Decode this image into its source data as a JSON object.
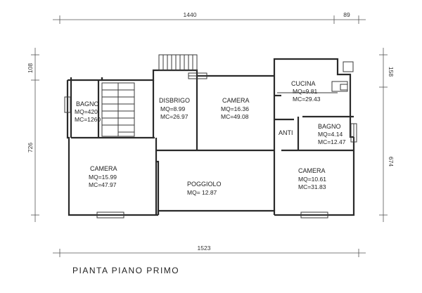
{
  "dimensions": {
    "top_main": "1440",
    "top_right": "89",
    "bottom": "1523",
    "left_upper": "108",
    "left_lower": "726",
    "right_upper": "158",
    "right_lower": "674"
  },
  "rooms": [
    {
      "id": "bagno-1",
      "name": "BAGNO",
      "mq": "MQ=420",
      "mc": "MC=1260"
    },
    {
      "id": "disbrigo",
      "name": "DISBRIGO",
      "mq": "MQ=8.99",
      "mc": "MC=26.97"
    },
    {
      "id": "camera-1",
      "name": "CAMERA",
      "mq": "MQ=16.36",
      "mc": "MC=49.08"
    },
    {
      "id": "cucina",
      "name": "CUCINA",
      "mq": "MQ=9.81",
      "mc": "MC=29.43"
    },
    {
      "id": "bagno-2",
      "name": "BAGNO",
      "mq": "MQ=4.14",
      "mc": "MC=12.47"
    },
    {
      "id": "camera-2",
      "name": "CAMERA",
      "mq": "MQ=15.99",
      "mc": "MC=47.97"
    },
    {
      "id": "poggiolo",
      "name": "POGGIOLO",
      "mq": "MQ= 12.87"
    },
    {
      "id": "camera-3",
      "name": "CAMERA",
      "mq": "MQ=10.61",
      "mc": "MC=31.83"
    }
  ],
  "anti_label": "ANTI",
  "caption": "PIANTA PIANO PRIMO"
}
